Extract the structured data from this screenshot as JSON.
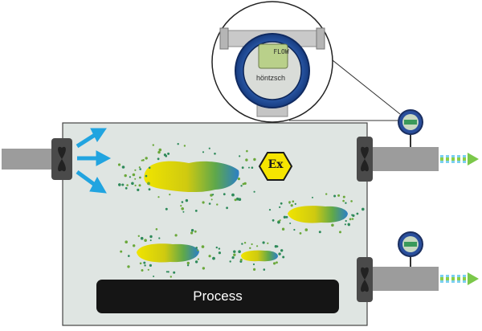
{
  "process": {
    "label": "Process"
  },
  "transmitter": {
    "display_text": "FLOW",
    "brand": "höntzsch"
  },
  "atex": {
    "symbol": "Ex"
  },
  "colors": {
    "enclosure_fill": "#dfe5e2",
    "pipe": "#9c9c9c",
    "arrow_blue": "#21a4e0",
    "cloud_yellow": "#e6dc10",
    "cloud_blue": "#2f86c8",
    "gauge_green": "#3a9a5a",
    "atex_yellow": "#f6e500",
    "process_box": "#151515"
  },
  "icons": [
    "fan-icon",
    "gauge-icon",
    "atex-icon",
    "flow-arrow-icon"
  ]
}
